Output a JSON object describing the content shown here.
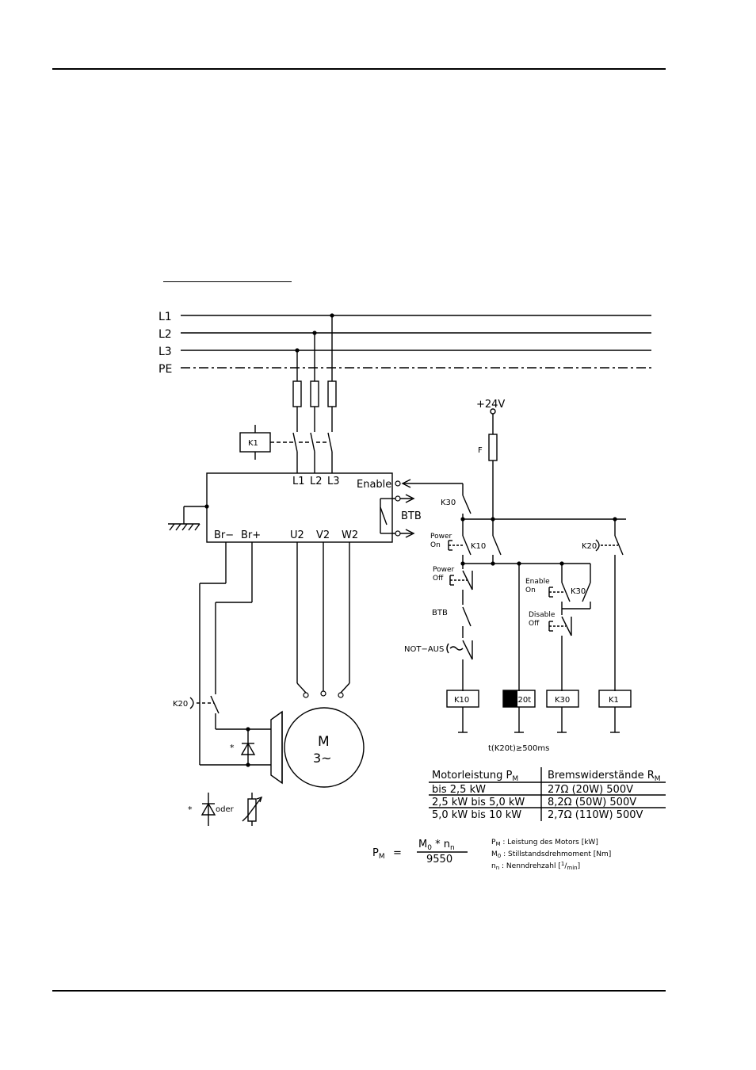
{
  "lines": {
    "l1": "L1",
    "l2": "L2",
    "l3": "L3",
    "pe": "PE"
  },
  "supply": {
    "plus24": "+24V",
    "fuse": "F"
  },
  "contactor": {
    "k1": "K1"
  },
  "drive": {
    "l1": "L1",
    "l2": "L2",
    "l3": "L3",
    "enable": "Enable",
    "btb": "BTB",
    "br_minus": "Br−",
    "br_plus": "Br+",
    "u2": "U2",
    "v2": "V2",
    "w2": "W2"
  },
  "control": {
    "k30": "K30",
    "power_on_1": "Power",
    "power_on_2": "On",
    "k10": "K10",
    "k20": "K20",
    "power_off_1": "Power",
    "power_off_2": "Off",
    "enable_on_1": "Enable",
    "enable_on_2": "On",
    "k30_hold": "K30",
    "disable_off_1": "Disable",
    "disable_off_2": "Off",
    "btb": "BTB",
    "not_aus": "NOT−AUS",
    "coil_k10": "K10",
    "coil_k20t": "K20t",
    "coil_k30": "K30",
    "coil_k1": "K1",
    "timing": "t(K20t)≥500ms"
  },
  "brake": {
    "k20": "K20",
    "star": "*",
    "star2": "*",
    "oder": "oder"
  },
  "motor": {
    "m": "M",
    "phase": "3~"
  },
  "table": {
    "header_left": "Motorleistung P",
    "header_left_sub": "M",
    "header_right": "Bremswiderstände R",
    "header_right_sub": "M",
    "rows": [
      {
        "power": "bis 2,5 kW",
        "resistor": "27Ω (20W) 500V"
      },
      {
        "power": "2,5 kW bis 5,0 kW",
        "resistor": "8,2Ω (50W) 500V"
      },
      {
        "power": "5,0 kW bis 10 kW",
        "resistor": "2,7Ω (110W) 500V"
      }
    ]
  },
  "formula": {
    "pm": "P",
    "pm_sub": "M",
    "eq": "=",
    "numerator_m": "M",
    "numerator_m_sub": "0",
    "times": "*",
    "numerator_n": "n",
    "numerator_n_sub": "n",
    "denominator": "9550",
    "legend": [
      {
        "sym": "P",
        "sub": "M",
        "text": ": Leistung des Motors [kW]"
      },
      {
        "sym": "M",
        "sub": "0",
        "text": ": Stillstandsdrehmoment [Nm]"
      },
      {
        "sym": "n",
        "sub": "n",
        "text": ": Nenndrehzahl [",
        "frac_num": "1",
        "frac_den": "min",
        "end": "]"
      }
    ]
  }
}
